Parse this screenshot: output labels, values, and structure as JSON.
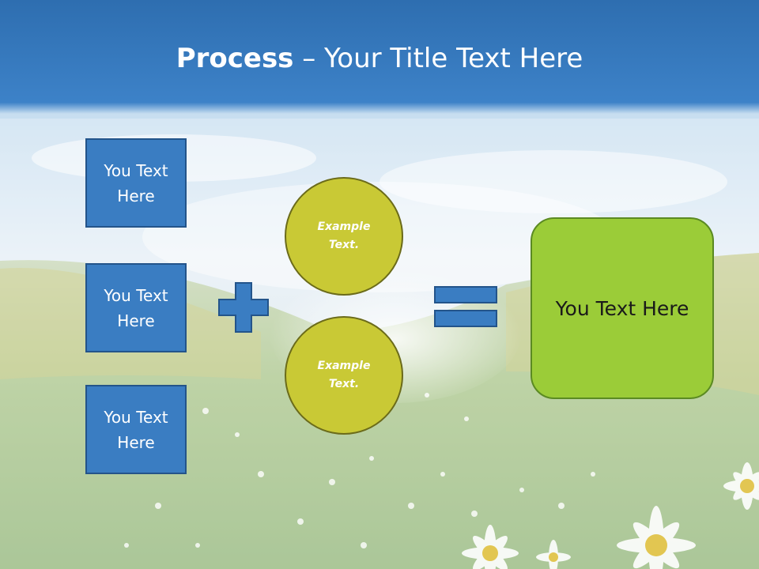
{
  "title": {
    "bold": "Process",
    "rest": " – Your Title Text Here"
  },
  "boxes": [
    {
      "label": "You Text Here"
    },
    {
      "label": "You Text Here"
    },
    {
      "label": "You Text Here"
    }
  ],
  "circles": [
    {
      "label": "Example Text."
    },
    {
      "label": "Example Text."
    }
  ],
  "result": {
    "label": "You Text Here"
  },
  "colors": {
    "header_blue": "#2f6fb2",
    "box_fill": "#3a7dc2",
    "circle_fill": "#c9c935",
    "result_fill": "#9bcc38",
    "operator_fill": "#3a7dc2"
  }
}
